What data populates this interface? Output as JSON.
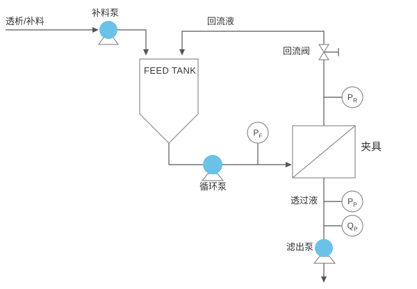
{
  "diagram": {
    "labels": {
      "inlet_stream": "透析/补料",
      "feed_pump": "补料泵",
      "reflux_stream": "回流液",
      "reflux_valve": "回流阀",
      "feed_tank": "FEED TANK",
      "circulation_pump": "循环泵",
      "filter_module": "夹具",
      "permeate_stream": "透过液",
      "filtrate_pump": "滤出泵"
    },
    "gauges": {
      "retentate_pressure": {
        "symbol": "P",
        "sub": "R"
      },
      "feed_pressure": {
        "symbol": "P",
        "sub": "F"
      },
      "permeate_pressure": {
        "symbol": "P",
        "sub": "P"
      },
      "permeate_flow": {
        "symbol": "Q",
        "sub": "P"
      }
    },
    "colors": {
      "pipe": "#555555",
      "equipment_outline": "#8c8c8c",
      "pump_fill": "#6ac2e8",
      "tank_liquid": "#daeef8",
      "text": "#333333",
      "background": "#ffffff"
    }
  }
}
